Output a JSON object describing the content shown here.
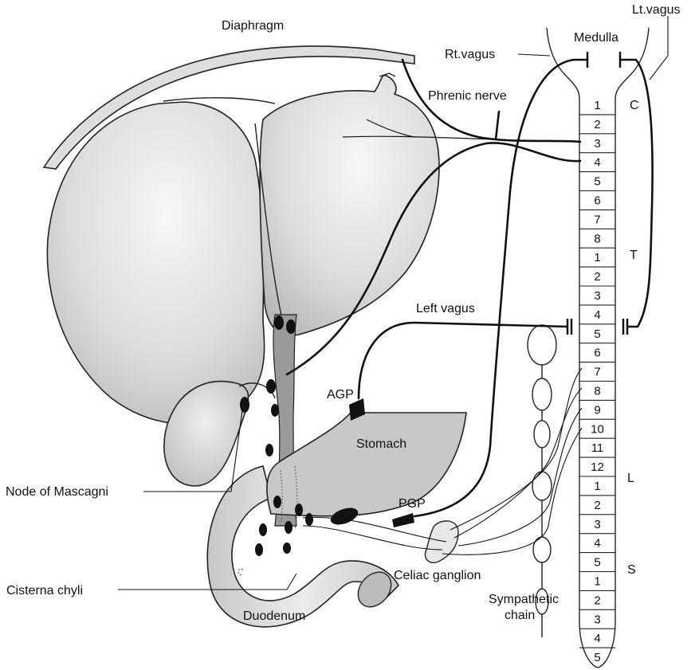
{
  "labels": {
    "diaphragm": "Diaphragm",
    "medulla": "Medulla",
    "rt_vagus": "Rt.vagus",
    "lt_vagus": "Lt.vagus",
    "phrenic_nerve": "Phrenic nerve",
    "left_vagus": "Left vagus",
    "agp": "AGP",
    "pgp": "PGP",
    "stomach": "Stomach",
    "node_of_mascagni": "Node of Mascagni",
    "cisterna_chyli": "Cisterna chyli",
    "duodenum": "Duodenum",
    "celiac_ganglion": "Celiac ganglion",
    "sympathetic_chain_line1": "Sympathetic",
    "sympathetic_chain_line2": "chain"
  },
  "spinal_cord": {
    "regions": [
      "C",
      "T",
      "L",
      "S"
    ],
    "segments": [
      "1",
      "2",
      "3",
      "4",
      "5",
      "6",
      "7",
      "8",
      "1",
      "2",
      "3",
      "4",
      "5",
      "6",
      "7",
      "8",
      "9",
      "10",
      "11",
      "12",
      "1",
      "2",
      "3",
      "4",
      "5",
      "1",
      "2",
      "3",
      "4",
      "5"
    ]
  },
  "colors": {
    "organ_fill": "#d9d9d9",
    "organ_highlight": "#f2f2f2",
    "line": "#111111"
  }
}
